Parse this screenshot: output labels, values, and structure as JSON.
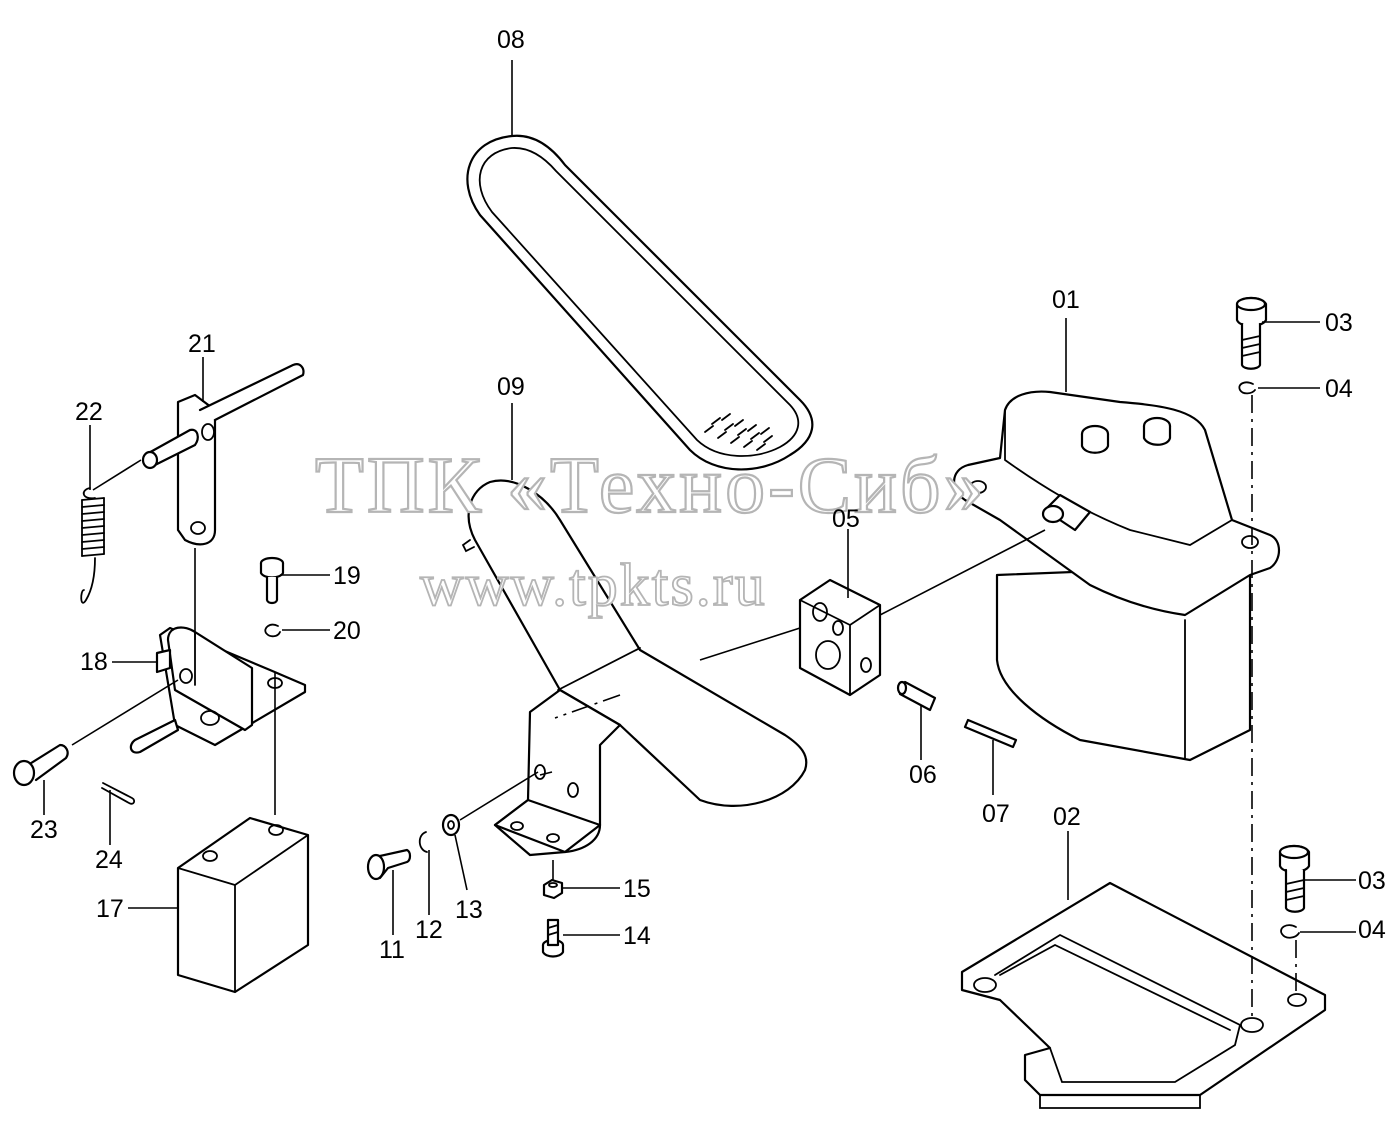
{
  "watermark": {
    "line1": "ТПК «Техно-Сиб»",
    "line2": "www.tpkts.ru"
  },
  "labels": {
    "p01": "01",
    "p02": "02",
    "p03a": "03",
    "p03b": "03",
    "p04a": "04",
    "p04b": "04",
    "p05": "05",
    "p06": "06",
    "p07": "07",
    "p08": "08",
    "p09": "09",
    "p11": "11",
    "p12": "12",
    "p13": "13",
    "p14": "14",
    "p15": "15",
    "p17": "17",
    "p18": "18",
    "p19": "19",
    "p20": "20",
    "p21": "21",
    "p22": "22",
    "p23": "23",
    "p24": "24"
  },
  "colors": {
    "ink": "#000000",
    "paper": "#ffffff",
    "watermark": "#b5b5b5"
  }
}
